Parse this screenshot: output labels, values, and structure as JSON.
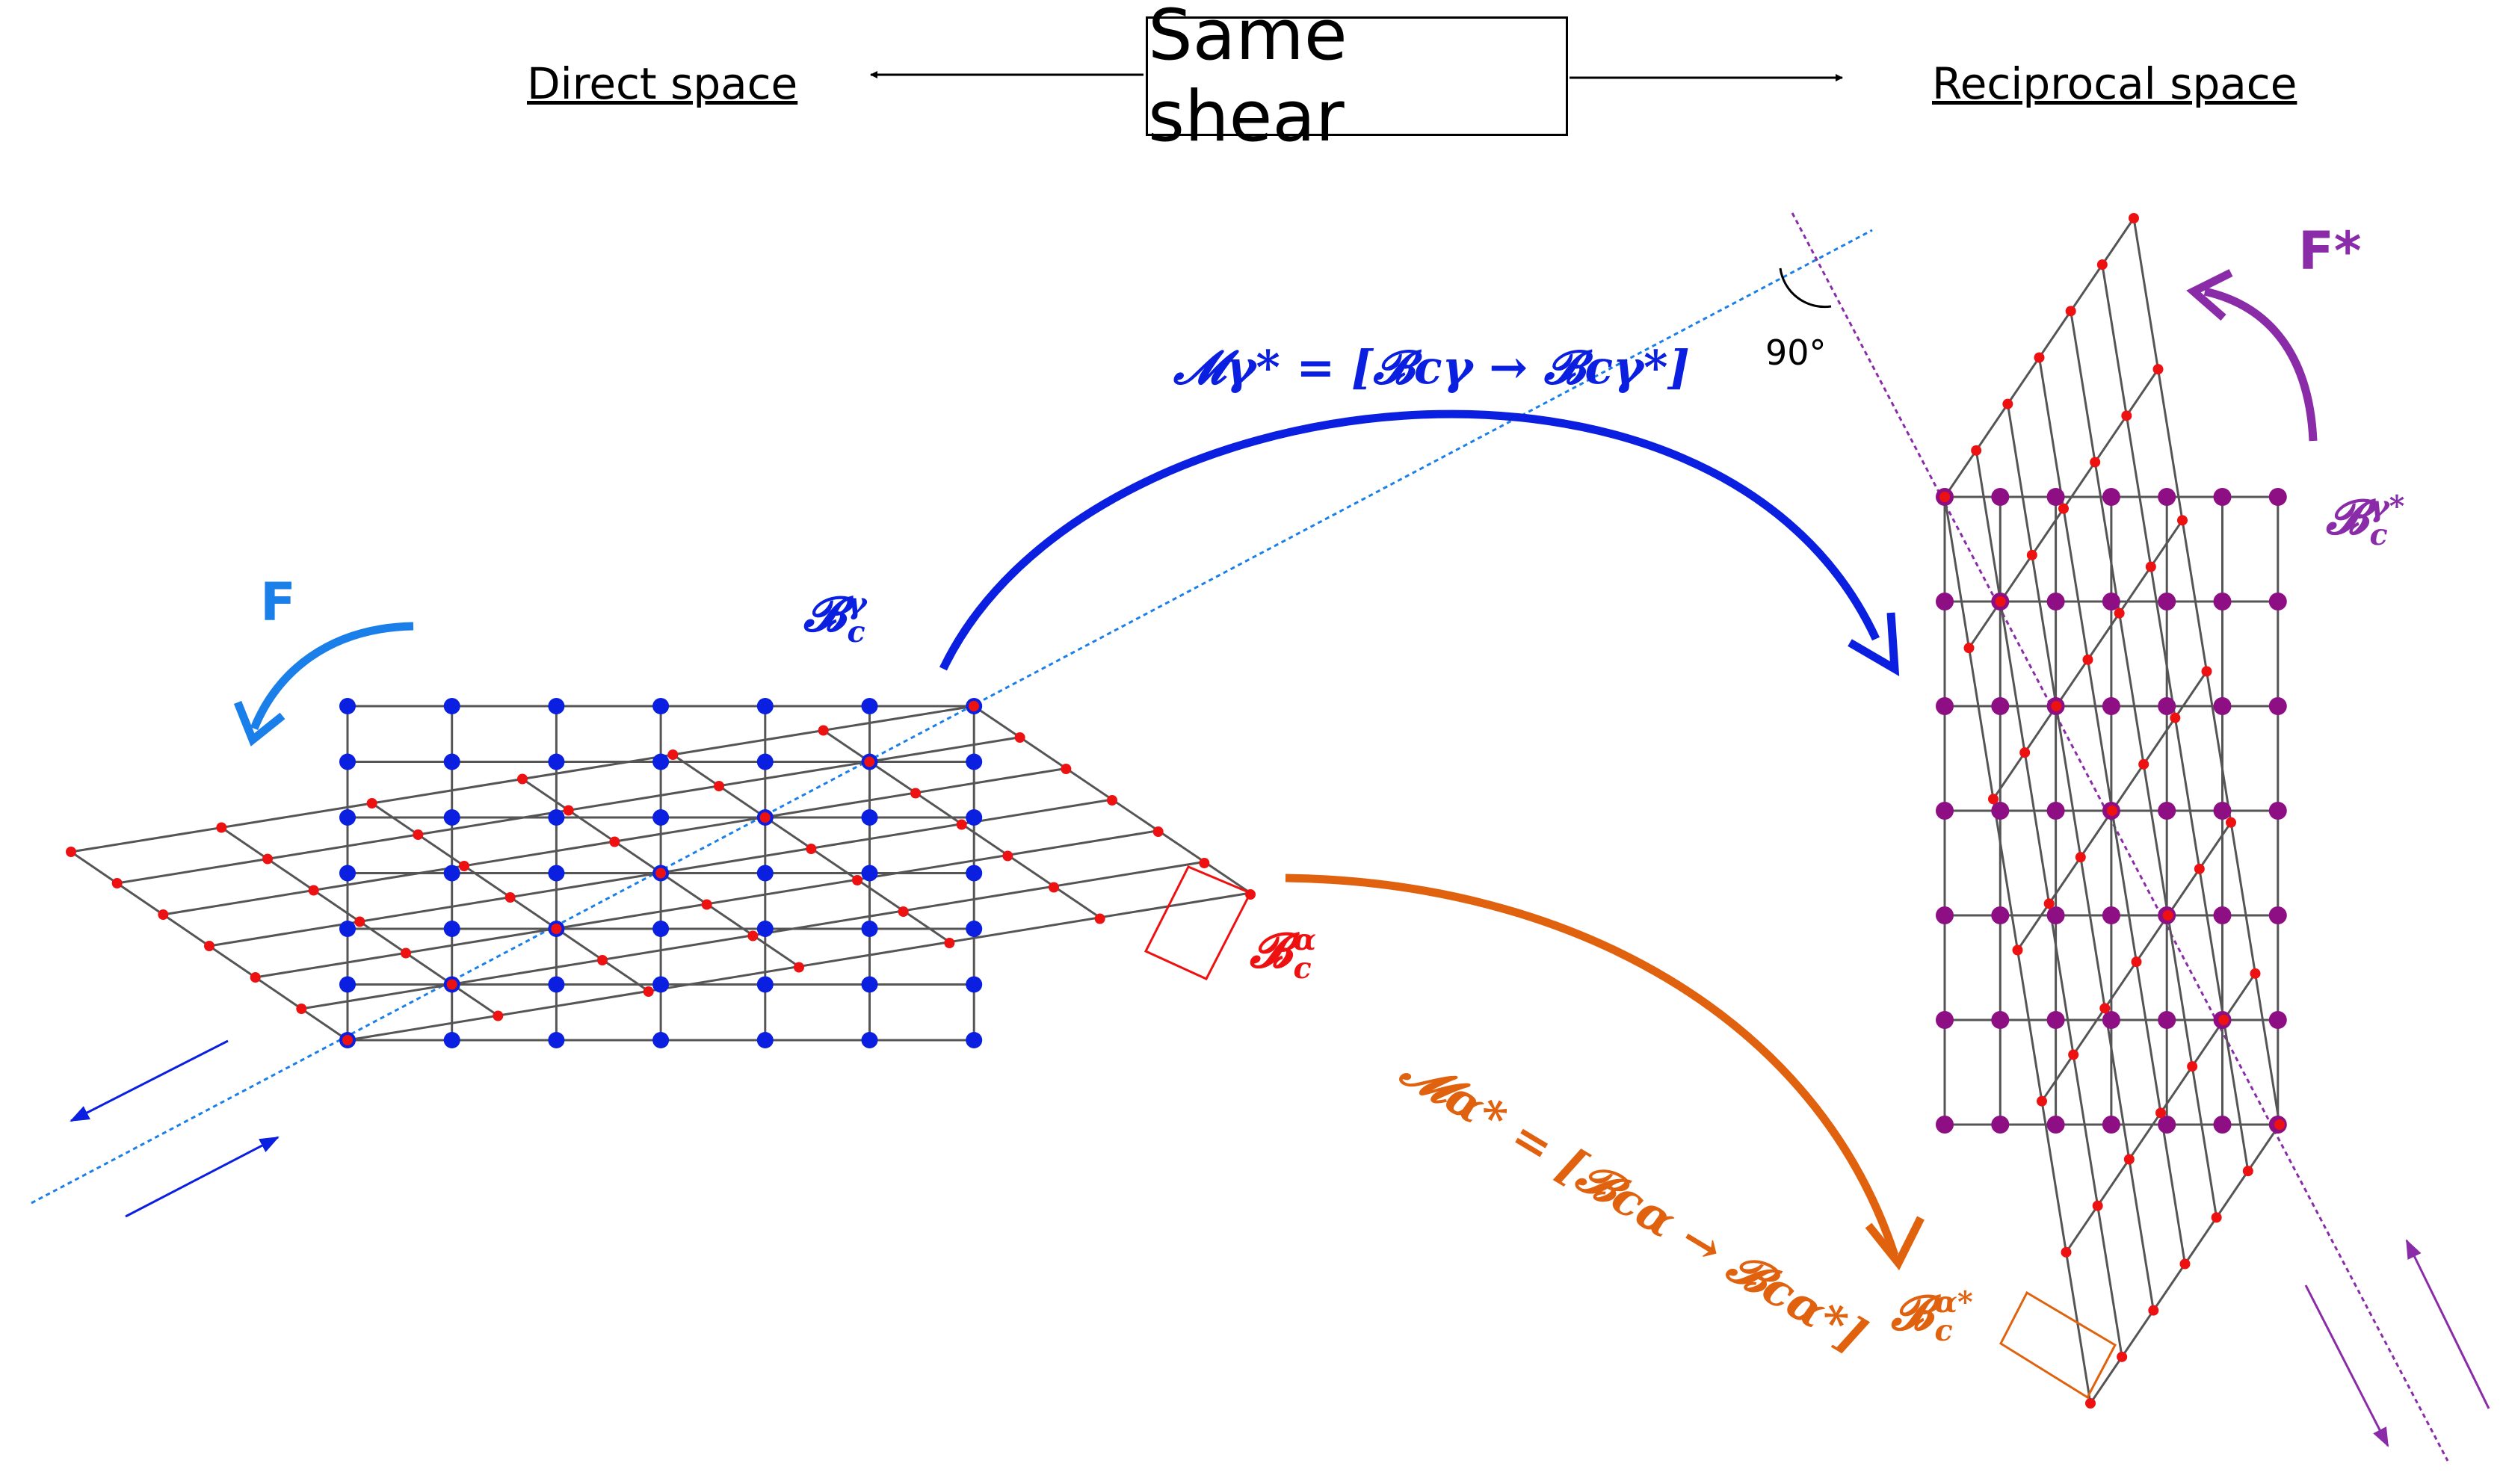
{
  "header": {
    "direct_space": "Direct space",
    "same_shear": "Same shear",
    "reciprocal_space": "Reciprocal space"
  },
  "labels": {
    "F": "F",
    "F_star": "F*",
    "basis_gamma": {
      "base": "𝓑",
      "sup": "γ",
      "sub": "c"
    },
    "basis_alpha": {
      "base": "𝓑",
      "sup": "α",
      "sub": "c"
    },
    "basis_gamma_star": {
      "base": "𝓑",
      "sup": "γ*",
      "sub": "c"
    },
    "basis_alpha_star": {
      "base": "𝓑",
      "sup": "α*",
      "sub": "c"
    },
    "M_gamma_star": "𝓜γ* = [𝓑cγ → 𝓑cγ*]",
    "M_alpha_star": "𝓜α* = [𝓑cα → 𝓑cα*]",
    "angle": "90°"
  },
  "colors": {
    "blue": "#0a1fe0",
    "light_blue": "#1a7fe8",
    "red": "#ee1111",
    "orange": "#e0620f",
    "purple": "#8a2ba8",
    "purple_dot": "#8e0f84",
    "grid_line": "#555555"
  }
}
